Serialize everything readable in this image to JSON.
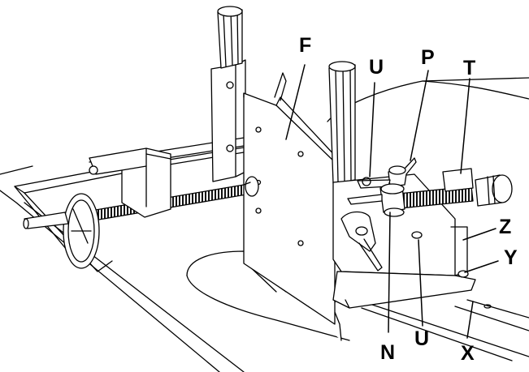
{
  "diagram": {
    "callouts": {
      "F": "F",
      "U_top": "U",
      "P": "P",
      "T": "T",
      "Z": "Z",
      "Y": "Y",
      "N": "N",
      "U_bottom": "U",
      "X": "X"
    },
    "colors": {
      "line": "#000000",
      "fill": "#ffffff",
      "knob": "#e6e6e6",
      "thread": "#111111"
    },
    "icons": [
      "wheel-handle",
      "threaded-rod",
      "knob",
      "wing-nut",
      "saw-blade",
      "miter-slot"
    ]
  }
}
